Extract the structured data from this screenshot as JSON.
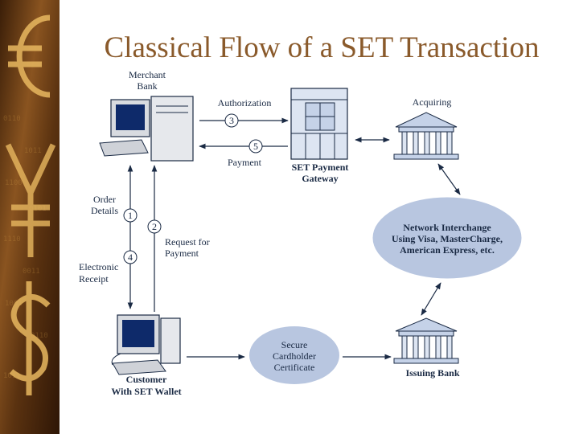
{
  "slide": {
    "title": "Classical Flow of a SET Transaction"
  },
  "nodes": {
    "merchant_bank": [
      "Merchant",
      "Bank"
    ],
    "gateway": [
      "SET Payment",
      "Gateway"
    ],
    "acquiring": "Acquiring",
    "network": [
      "Network Interchange",
      "Using Visa, MasterCharge,",
      "American Express, etc."
    ],
    "issuing_bank": "Issuing Bank",
    "certificate": [
      "Secure",
      "Cardholder",
      "Certificate"
    ],
    "customer": [
      "Customer",
      "With SET Wallet"
    ]
  },
  "flows": {
    "authorization": {
      "label": "Authorization",
      "step": "3"
    },
    "payment": {
      "label": "Payment",
      "step": "5"
    },
    "order_details": {
      "label": [
        "Order",
        "Details"
      ],
      "step": "1"
    },
    "request_payment": {
      "label": [
        "Request for",
        "Payment"
      ],
      "step": "2"
    },
    "electronic_receipt": {
      "label": [
        "Electronic",
        "Receipt"
      ],
      "step": "4"
    }
  },
  "colors": {
    "title": "#8a5a2b",
    "ink": "#1a2a44",
    "ellipse_fill": "#b8c6e0",
    "sidebar_dark": "#4a2a10",
    "sidebar_light": "#c48a3a"
  }
}
